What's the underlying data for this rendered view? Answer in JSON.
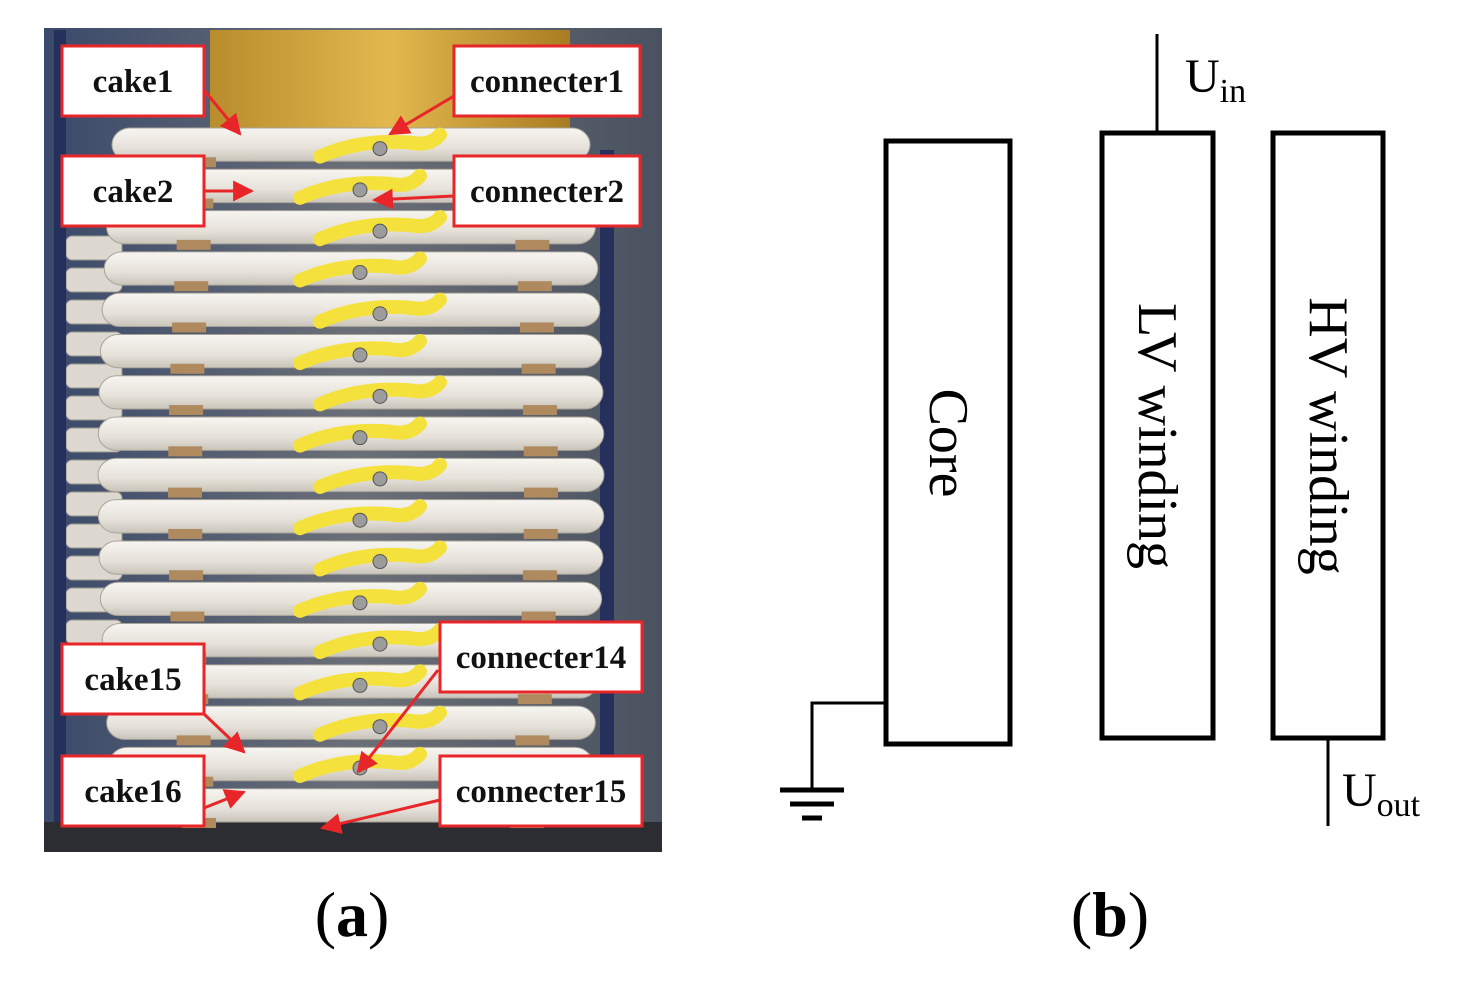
{
  "panel_a": {
    "labels": {
      "cake1": "cake1",
      "cake2": "cake2",
      "cake15": "cake15",
      "cake16": "cake16",
      "connecter1": "connecter1",
      "connecter2": "connecter2",
      "connecter14": "connecter14",
      "connecter15": "connecter15"
    },
    "caption": {
      "open": "(",
      "letter": "a",
      "close": ")"
    }
  },
  "panel_b": {
    "core": "Core",
    "lv": "LV winding",
    "hv": "HV winding",
    "uin": {
      "base": "U",
      "sub": "in"
    },
    "uout": {
      "base": "U",
      "sub": "out"
    },
    "caption": {
      "open": "(",
      "letter": "b",
      "close": ")"
    }
  },
  "colors": {
    "annotation": "#e8262a",
    "disc": "#ece9e3",
    "tape": "#f4e13c",
    "spacer": "#b08a5f",
    "frame": "#25305c"
  }
}
